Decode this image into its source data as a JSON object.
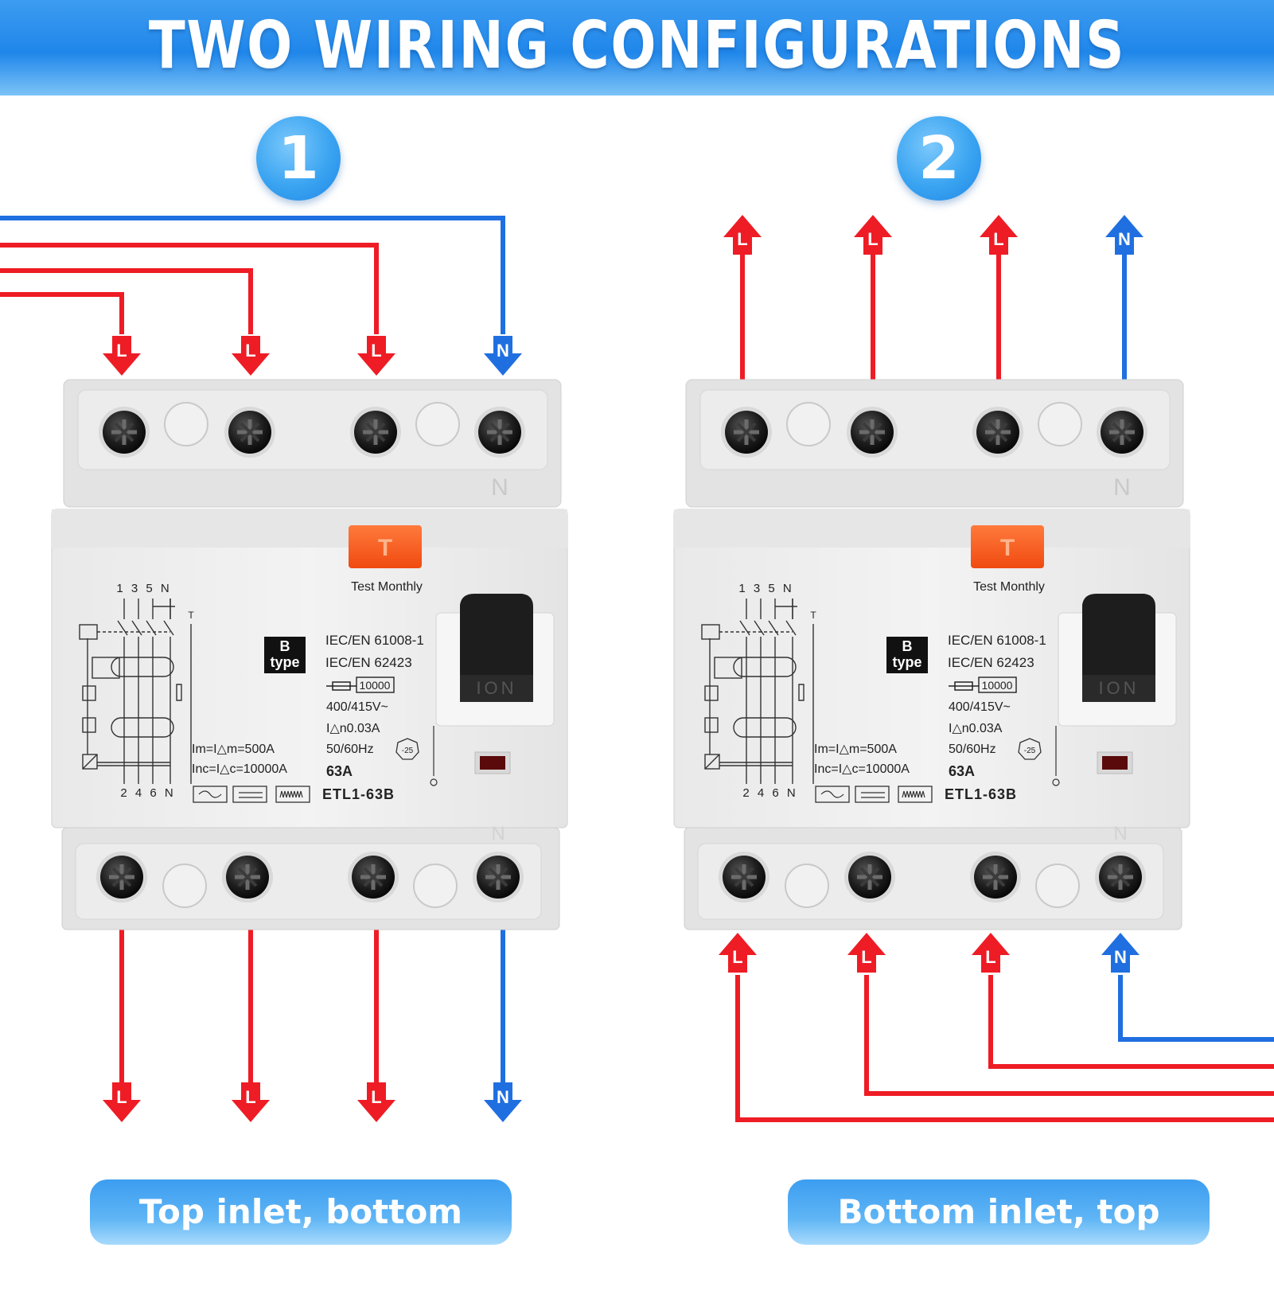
{
  "title": "TWO WIRING CONFIGURATIONS",
  "configs": [
    {
      "number": "1",
      "caption": "Top inlet, bottom outlet"
    },
    {
      "number": "2",
      "caption": "Bottom inlet, top outlet"
    }
  ],
  "wire_labels": {
    "line": "L",
    "neutral": "N"
  },
  "colors": {
    "line": "#ee1c25",
    "neutral": "#1f6fe0",
    "banner": "#1f86ea",
    "test_button": "#ff5a1f"
  },
  "device": {
    "terminal_mark": "N",
    "terminal_mark_bottom": "N",
    "test_button_letter": "T",
    "test_label": "Test Monthly",
    "type_badge_line1": "B",
    "type_badge_line2": "type",
    "standards": [
      "IEC/EN 61008-1",
      "IEC/EN 62423"
    ],
    "breaking_capacity": "10000",
    "voltage": "400/415V~",
    "residual_current": "I△n0.03A",
    "frequency": "50/60Hz",
    "temperature": "-25",
    "rated_current": "63A",
    "model": "ETL1-63B",
    "im": "Im=I△m=500A",
    "inc": "Inc=I△c=10000A",
    "top_terminal_numbers": "1 3 5 N",
    "bottom_terminal_numbers": "2 4 6 N",
    "test_terminal": "T",
    "toggle_label": "ION"
  }
}
